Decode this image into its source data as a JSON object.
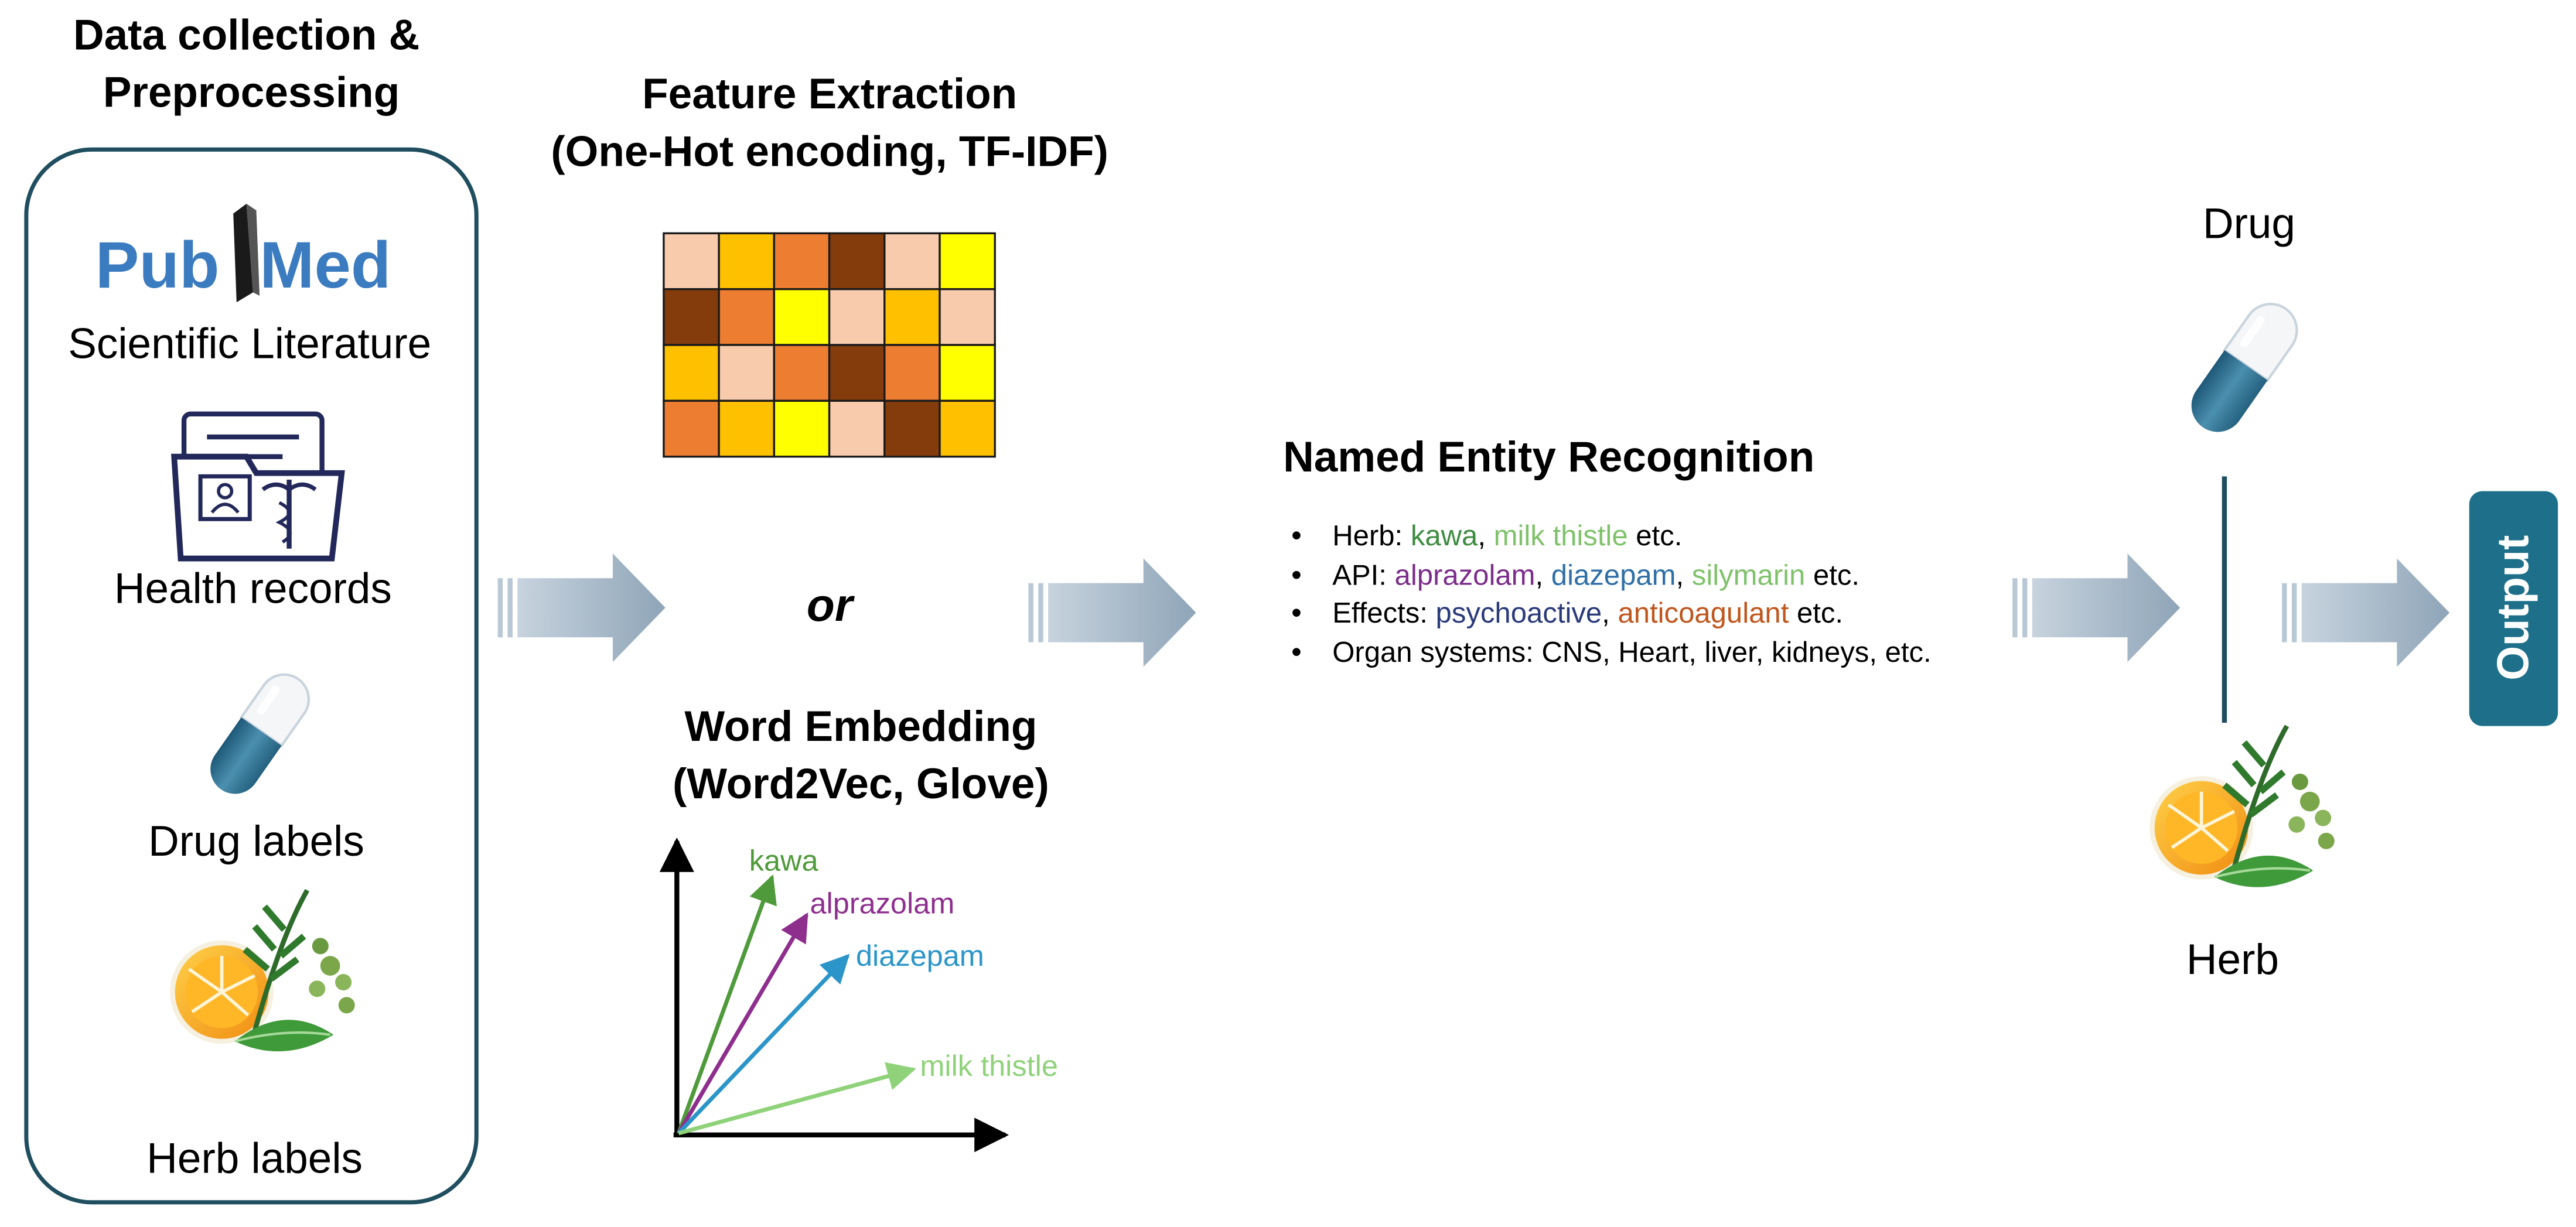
{
  "colors": {
    "panel_border": "#1f4e5f",
    "flow_arrow": "#8fa5b8",
    "output_bg": "#1e6f8a",
    "pubmed_blue": "#3b7bbf",
    "capsule_dark": "#2f6e8e",
    "folder_navy": "#22285a",
    "herb_green": "#3d8c40",
    "milk_thistle": "#7fc26b",
    "alprazolam": "#7b2d8b",
    "diazepam": "#2e6fa6",
    "silymarin": "#7fc26b",
    "psychoactive": "#2a3a7a",
    "anticoagulant": "#c0561c",
    "vec_kawa": "#4f9a3a",
    "vec_alprazolam": "#8e2f8e",
    "vec_diazepam": "#2b95c9",
    "vec_milk_thistle": "#8fd27a",
    "heat": {
      "peach": "#f8cbad",
      "orange": "#ffc000",
      "burnt": "#ed7d31",
      "brown": "#843c0c",
      "yellow": "#ffff00"
    }
  },
  "sources": {
    "title_line1": "Data collection &",
    "title_line2": "Preprocessing",
    "pubmed": {
      "logo_left": "Pub",
      "logo_right": "Med",
      "label": "Scientific Literature",
      "icon": "pubmed-logo-icon"
    },
    "health": {
      "label": "Health records",
      "icon": "medical-folder-icon"
    },
    "drug": {
      "label": "Drug labels",
      "icon": "capsule-icon"
    },
    "herb": {
      "label": "Herb labels",
      "icon": "herb-orange-icon"
    }
  },
  "features": {
    "title_line1": "Feature Extraction",
    "title_line2": "(One-Hot encoding, TF-IDF)",
    "matrix": [
      [
        "peach",
        "orange",
        "burnt",
        "brown",
        "peach",
        "yellow"
      ],
      [
        "brown",
        "burnt",
        "yellow",
        "peach",
        "orange",
        "peach"
      ],
      [
        "orange",
        "peach",
        "burnt",
        "brown",
        "burnt",
        "yellow"
      ],
      [
        "burnt",
        "orange",
        "yellow",
        "peach",
        "brown",
        "orange"
      ]
    ],
    "or_text": "or",
    "embedding_line1": "Word Embedding",
    "embedding_line2": "(Word2Vec, Glove)",
    "vectors": [
      {
        "label": "kawa",
        "color_key": "vec_kawa"
      },
      {
        "label": "alprazolam",
        "color_key": "vec_alprazolam"
      },
      {
        "label": "diazepam",
        "color_key": "vec_diazepam"
      },
      {
        "label": "milk thistle",
        "color_key": "vec_milk_thistle"
      }
    ]
  },
  "ner": {
    "title": "Named Entity Recognition",
    "bullet": "•",
    "items": [
      [
        {
          "text": "Herb: ",
          "color_key": null
        },
        {
          "text": "kawa",
          "color_key": "herb_green"
        },
        {
          "text": ", ",
          "color_key": null
        },
        {
          "text": "milk thistle",
          "color_key": "milk_thistle"
        },
        {
          "text": " etc.",
          "color_key": null
        }
      ],
      [
        {
          "text": "API: ",
          "color_key": null
        },
        {
          "text": "alprazolam",
          "color_key": "alprazolam"
        },
        {
          "text": ", ",
          "color_key": null
        },
        {
          "text": "diazepam",
          "color_key": "diazepam"
        },
        {
          "text": ", ",
          "color_key": null
        },
        {
          "text": "silymarin",
          "color_key": "silymarin"
        },
        {
          "text": " etc.",
          "color_key": null
        }
      ],
      [
        {
          "text": "Effects: ",
          "color_key": null
        },
        {
          "text": "psychoactive",
          "color_key": "psychoactive"
        },
        {
          "text": ", ",
          "color_key": null
        },
        {
          "text": "anticoagulant",
          "color_key": "anticoagulant"
        },
        {
          "text": " etc.",
          "color_key": null
        }
      ],
      [
        {
          "text": "Organ systems: CNS, Heart, liver, kidneys, etc.",
          "color_key": null
        }
      ]
    ]
  },
  "interaction": {
    "drug_label": "Drug",
    "herb_label": "Herb",
    "drug_icon": "capsule-icon",
    "herb_icon": "herb-orange-icon"
  },
  "output": {
    "label": "Output"
  }
}
